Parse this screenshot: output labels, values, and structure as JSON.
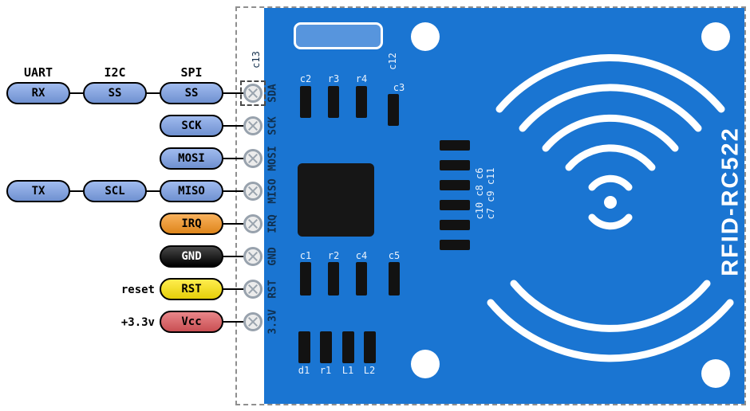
{
  "legend": {
    "columns": [
      {
        "header": "UART"
      },
      {
        "header": "I2C"
      },
      {
        "header": "SPI"
      }
    ],
    "annotations": {
      "rst": "reset",
      "vcc": "+3.3v"
    },
    "pills": {
      "rx": {
        "label": "RX",
        "color": "#7ca1e8"
      },
      "ss_i2c": {
        "label": "SS",
        "color": "#7ca1e8"
      },
      "ss_spi": {
        "label": "SS",
        "color": "#7ca1e8"
      },
      "sck": {
        "label": "SCK",
        "color": "#7ca1e8"
      },
      "mosi": {
        "label": "MOSI",
        "color": "#7ca1e8"
      },
      "tx": {
        "label": "TX",
        "color": "#7ca1e8"
      },
      "scl": {
        "label": "SCL",
        "color": "#7ca1e8"
      },
      "miso": {
        "label": "MISO",
        "color": "#7ca1e8"
      },
      "irq": {
        "label": "IRQ",
        "color": "#f7941e"
      },
      "gnd": {
        "label": "GND",
        "color": "#000000",
        "text_color": "#ffffff"
      },
      "rst": {
        "label": "RST",
        "color": "#ffe60a"
      },
      "vcc": {
        "label": "Vcc",
        "color": "#e0585c"
      }
    }
  },
  "board": {
    "name": "RFID-RC522",
    "color": "#1a75d2",
    "pin_labels": [
      "SDA",
      "SCK",
      "MOSI",
      "MISO",
      "IRQ",
      "GND",
      "RST",
      "3.3V"
    ],
    "silkscreen": {
      "top_caps": [
        "c2",
        "r3",
        "r4"
      ],
      "cap_c3": "c3",
      "cap_c12": "c12",
      "cap_c13": "c13",
      "mid_caps_left": "c10 c8 c6",
      "mid_caps_right": "c7 c9 c11",
      "bottom_caps": [
        "c1",
        "r2",
        "c4",
        "c5"
      ],
      "bottom_row": [
        "d1",
        "r1",
        "L1",
        "L2"
      ]
    }
  },
  "colors": {
    "board_blue": "#1a75d2",
    "pill_blue": "#7ca1e8",
    "irq_orange": "#f7941e",
    "gnd_black": "#000000",
    "rst_yellow": "#ffe60a",
    "vcc_red": "#e0585c"
  }
}
